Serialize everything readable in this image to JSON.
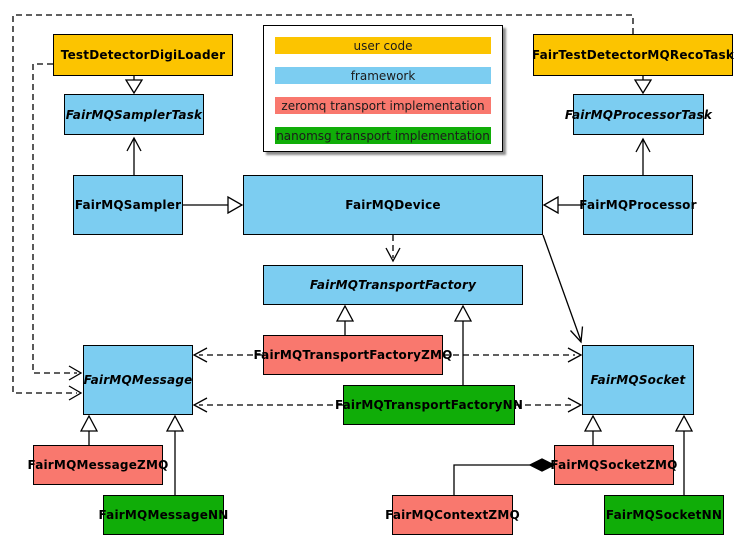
{
  "title": "FairMQ class diagram",
  "colors": {
    "user_code": "#FCC400",
    "framework": "#7CCDF1",
    "zeromq": "#F9786E",
    "nanomsg": "#10AD08"
  },
  "legend": {
    "items": [
      {
        "label": "user code",
        "color": "user_code"
      },
      {
        "label": "framework",
        "color": "framework"
      },
      {
        "label": "zeromq transport implementation",
        "color": "zeromq"
      },
      {
        "label": "nanomsg transport implementation",
        "color": "nanomsg"
      }
    ]
  },
  "nodes": {
    "test_detector_digi_loader": "TestDetectorDigiLoader",
    "fairmq_sampler_task": "FairMQSamplerTask",
    "fairmq_sampler": "FairMQSampler",
    "fairmq_device": "FairMQDevice",
    "fair_test_detector_mq_reco_task": "FairTestDetectorMQRecoTask",
    "fairmq_processor_task": "FairMQProcessorTask",
    "fairmq_processor": "FairMQProcessor",
    "fairmq_transport_factory": "FairMQTransportFactory",
    "fairmq_transport_factory_zmq": "FairMQTransportFactoryZMQ",
    "fairmq_transport_factory_nn": "FairMQTransportFactoryNN",
    "fairmq_message": "FairMQMessage",
    "fairmq_message_zmq": "FairMQMessageZMQ",
    "fairmq_message_nn": "FairMQMessageNN",
    "fairmq_socket": "FairMQSocket",
    "fairmq_socket_zmq": "FairMQSocketZMQ",
    "fairmq_socket_nn": "FairMQSocketNN",
    "fairmq_context_zmq": "FairMQContextZMQ"
  }
}
